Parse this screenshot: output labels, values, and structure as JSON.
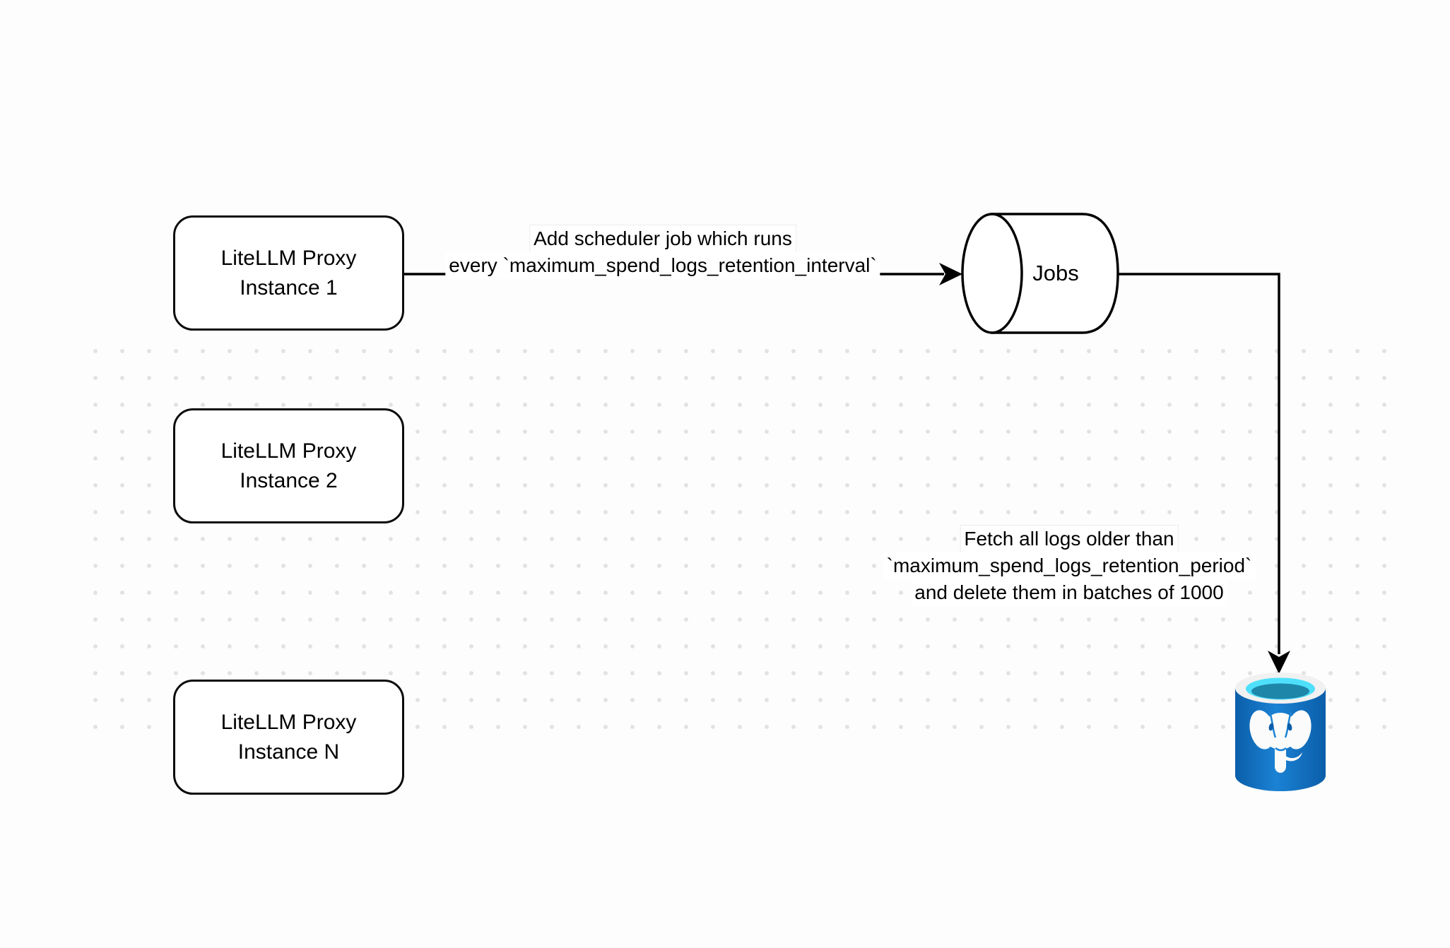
{
  "diagram": {
    "canvas": {
      "background": "#fdfdfd",
      "dot_color": "#e2e2e2",
      "stroke_color": "#000000"
    },
    "nodes": {
      "proxy1": {
        "line1": "LiteLLM Proxy",
        "line2": "Instance 1"
      },
      "proxy2": {
        "line1": "LiteLLM Proxy",
        "line2": "Instance 2"
      },
      "proxyN": {
        "line1": "LiteLLM Proxy",
        "line2": "Instance N"
      },
      "jobs": {
        "label": "Jobs"
      }
    },
    "edge_labels": {
      "scheduler": {
        "line1": "Add scheduler job which runs",
        "line2": "every `maximum_spend_logs_retention_interval`"
      },
      "fetch": {
        "line1": "Fetch all logs older than",
        "line2": "`maximum_spend_logs_retention_period`",
        "line3": "and delete them in batches of 1000"
      }
    },
    "database_icon": {
      "icon": "postgresql-database-icon",
      "colors": {
        "body_dark": "#0b5ea9",
        "body_light": "#1b82d4",
        "rim": "#f1f1f1",
        "water": "#4ee0fb",
        "water_deep": "#1e87a9",
        "elephant": "#fbfbfb"
      }
    }
  }
}
